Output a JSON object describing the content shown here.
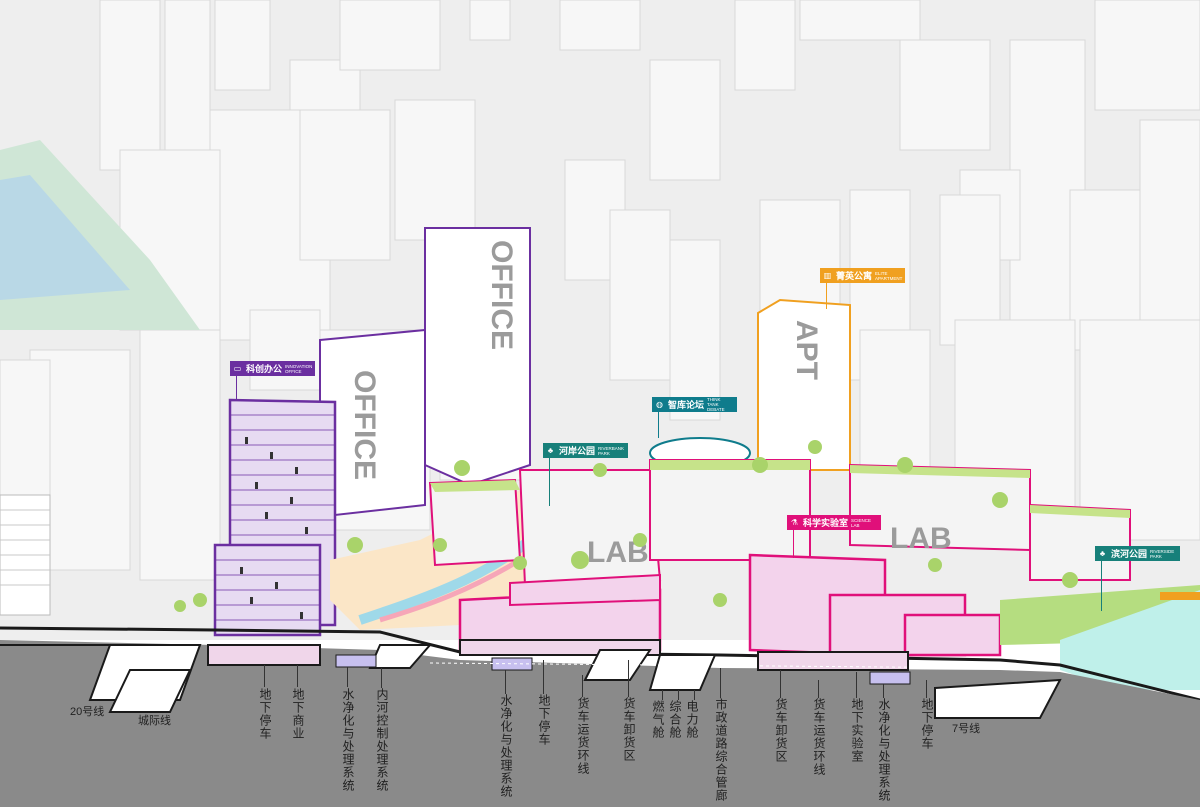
{
  "colors": {
    "office": "#6b2fa0",
    "apt": "#f0a020",
    "lab": "#e0107a",
    "park": "#17807a",
    "think_tank": "#0f7c8c",
    "ground_cut": "#1a1a1a",
    "underground": "#8a8a8a",
    "water": "#bff0ea",
    "green_roof": "#c6e38a"
  },
  "building_words": {
    "office_1": "OFFICE",
    "office_2": "OFFICE",
    "apt": "APT",
    "lab_1": "LAB",
    "lab_2": "LAB"
  },
  "tags": [
    {
      "id": "innovation",
      "icon": "monitor-icon",
      "cn": "科创办公",
      "en": "INNOVATION OFFICE"
    },
    {
      "id": "think-tank",
      "icon": "globe-icon",
      "cn": "智库论坛",
      "en": "THINK TANK DEBATE"
    },
    {
      "id": "riverbank",
      "icon": "tree-icon",
      "cn": "河岸公园",
      "en": "RIVERBANK PARK"
    },
    {
      "id": "talent",
      "icon": "building-icon",
      "cn": "菁英公寓",
      "en": "ELITE APARTMENT"
    },
    {
      "id": "science-lab",
      "icon": "flask-icon",
      "cn": "科学实验室",
      "en": "SCIENCE LAB"
    },
    {
      "id": "riverside",
      "icon": "tree-icon",
      "cn": "滨河公园",
      "en": "RIVERSIDE PARK"
    }
  ],
  "underground_labels": {
    "line20": "20号线",
    "intercity": "城际线",
    "line7": "7号线",
    "vertical": [
      "地下停车",
      "地下商业",
      "水净化与处理系统",
      "内河控制处理系统",
      "水净化与处理系统",
      "地下停车",
      "货车运货环线",
      "货车卸货区",
      "燃气舱",
      "综合舱",
      "电力舱",
      "市政道路综合管廊",
      "货车卸货区",
      "货车运货环线",
      "地下实验室",
      "水净化与处理系统",
      "地下停车"
    ]
  }
}
